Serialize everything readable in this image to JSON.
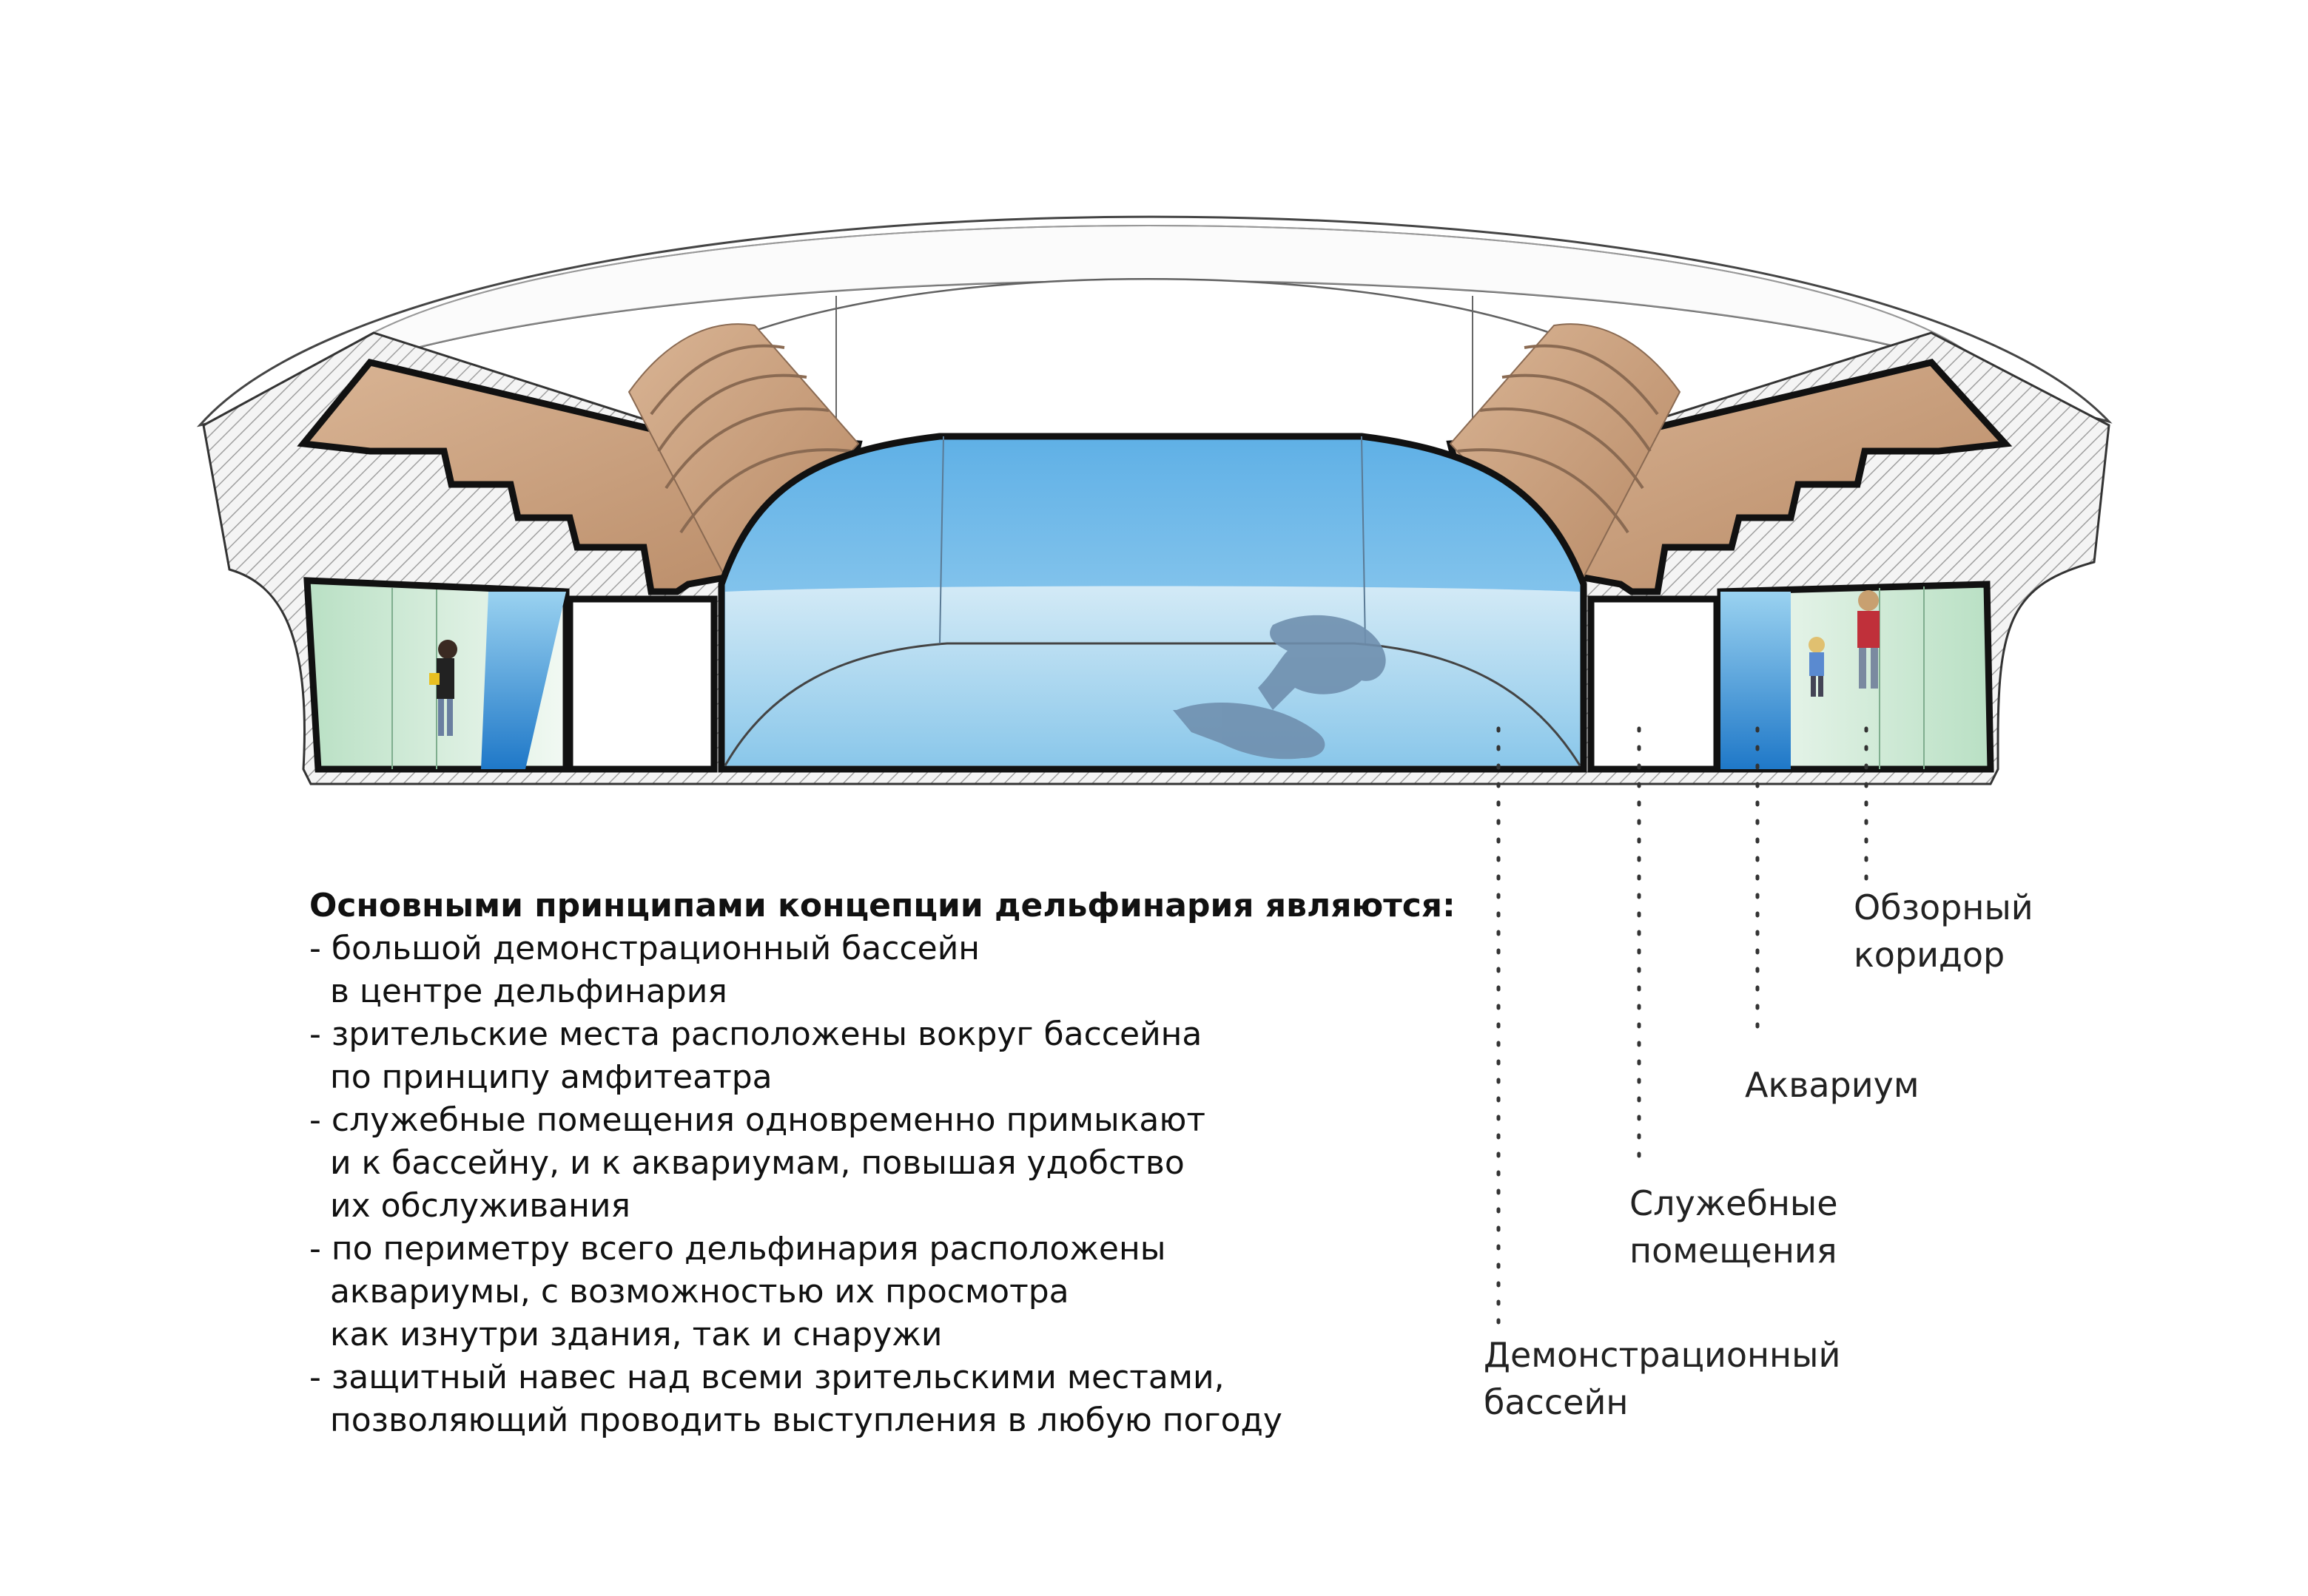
{
  "concept": {
    "heading": "Основными принципами концепции дельфинария являются:",
    "lines": [
      "- большой демонстрационный бассейн",
      "  в центре дельфинария",
      "- зрительские места расположены вокруг бассейна",
      "  по принципу амфитеатра",
      "- служебные помещения одновременно примыкают",
      "  и к бассейну, и к аквариумам, повышая удобство",
      "  их обслуживания",
      "- по периметру всего дельфинария расположены",
      "  аквариумы, с возможностью их просмотра",
      "  как изнутри здания, так и снаружи",
      "- защитный навес над всеми зрительскими местами,",
      "  позволяющий проводить выступления в любую погоду"
    ]
  },
  "labels": {
    "pool": [
      "Демонстрационный",
      "бассейн"
    ],
    "service": [
      "Служебные",
      "помещения"
    ],
    "aquarium": [
      "Аквариум"
    ],
    "corridor": [
      "Обзорный",
      "коридор"
    ]
  },
  "colors": {
    "wall_outline": "#111111",
    "hatch": "#9a9a9a",
    "wood": "#c39a78",
    "water": "#8cc6e8",
    "glass": "#cfe8d6"
  }
}
